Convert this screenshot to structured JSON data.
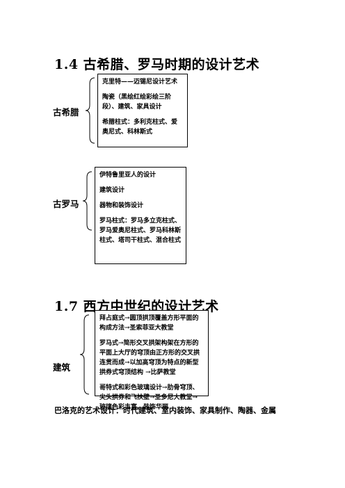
{
  "section1": {
    "title": "1.4  古希腊、罗马时期的设计艺术",
    "greece": {
      "label": "古希腊",
      "items": [
        "克里特——迈锡尼设计艺术",
        "陶瓷（黑绘红绘彩绘三阶段）、建筑、家具设计",
        "希腊柱式：多利克柱式、爱奥尼式、科林斯式"
      ]
    },
    "rome": {
      "label": "古罗马",
      "items": [
        "伊特鲁里亚人的设计",
        "建筑设计",
        "器物和装饰设计",
        "罗马柱式：罗马多立克柱式、罗马爱奥尼柱式、罗马科林斯柱式、塔司干柱式、混合柱式"
      ]
    }
  },
  "section2": {
    "title": "1.7 西方中世纪的设计艺术",
    "architecture": {
      "label": "建筑",
      "items": [
        "拜占庭式→圆顶拱顶覆盖方形平面的构成方法→圣索菲亚大教堂",
        "罗马式→简形交叉拱架构架在方形的平面上大厅的穹顶由正方形的交叉拱连贯而成→以加高穹顶为特点的新型拱券式穹顶结构 →比萨教堂",
        "哥特式和彩色玻璃设计→肋骨穹顶、尖头拱券和飞扶壁→圣多尼大教堂→玻璃色彩丰富，装饰华丽"
      ]
    }
  },
  "footer": "巴洛克的艺术设计：时代建筑、室内装饰、家具制作、陶器、金属"
}
